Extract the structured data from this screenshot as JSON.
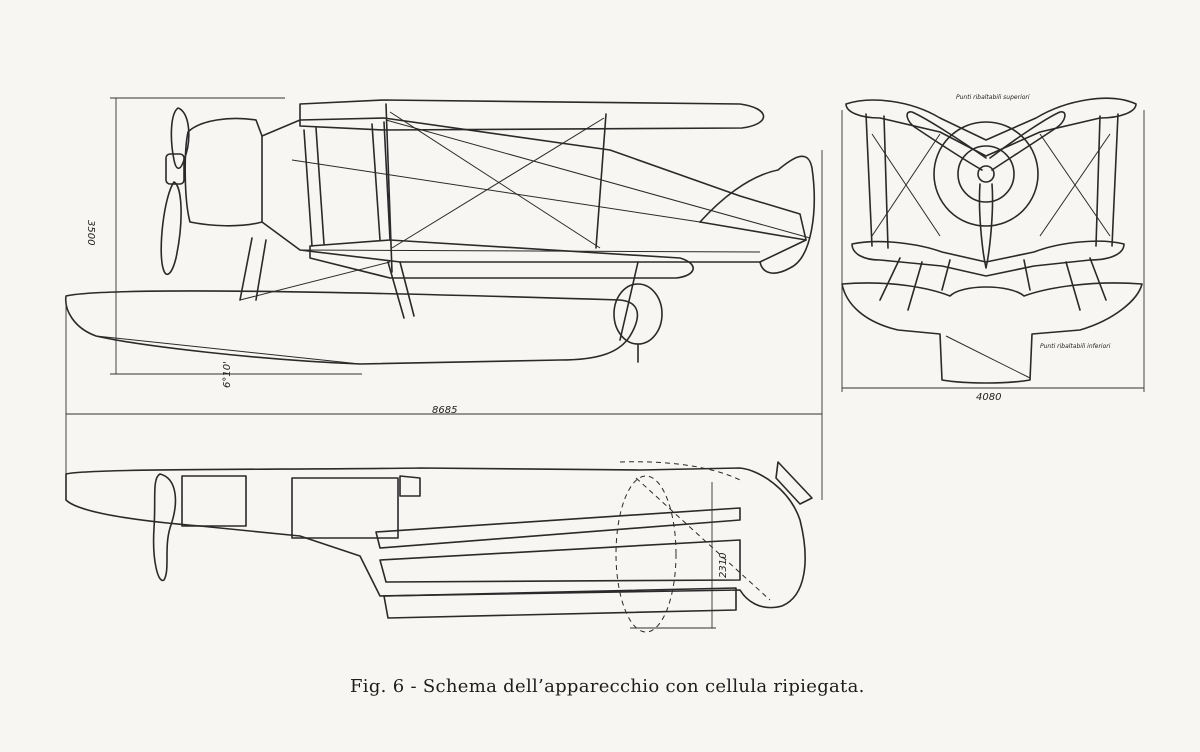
{
  "caption": "Fig. 6 - Schema dell’apparecchio con cellula ripiegata.",
  "dimensions": {
    "height": "3500",
    "angle": "6°10'",
    "length": "8685",
    "span_front": "4080",
    "width_folded": "2310"
  },
  "notes": {
    "upper_hinges": "Punti ribaltabili superiori",
    "lower_hinges": "Punti ribaltabili inferiori"
  }
}
